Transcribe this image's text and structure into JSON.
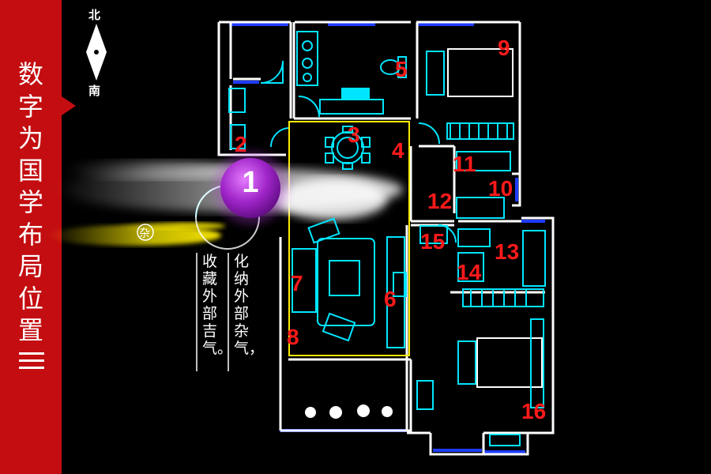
{
  "sidebar": {
    "title_chars": [
      "数",
      "字",
      "为",
      "国",
      "学",
      "布",
      "局",
      "位",
      "置"
    ],
    "icon": "menu-lines-icon",
    "bg_color": "#c30d10"
  },
  "compass": {
    "north": "北",
    "south": "南"
  },
  "floorplan": {
    "badge": "1",
    "clutter_mark": "杂",
    "room_numbers": [
      "2",
      "3",
      "4",
      "5",
      "6",
      "7",
      "8",
      "9",
      "10",
      "11",
      "12",
      "13",
      "14",
      "15",
      "16"
    ],
    "wall_color": "#ffffff",
    "furniture_color": "#00e5ff",
    "window_color": "#1e3cff",
    "zone_color": "#ffea00",
    "number_color": "#ff1a1a"
  },
  "annotations": {
    "line1": "化纳外部杂气，",
    "line2": "收藏外部吉气。"
  }
}
